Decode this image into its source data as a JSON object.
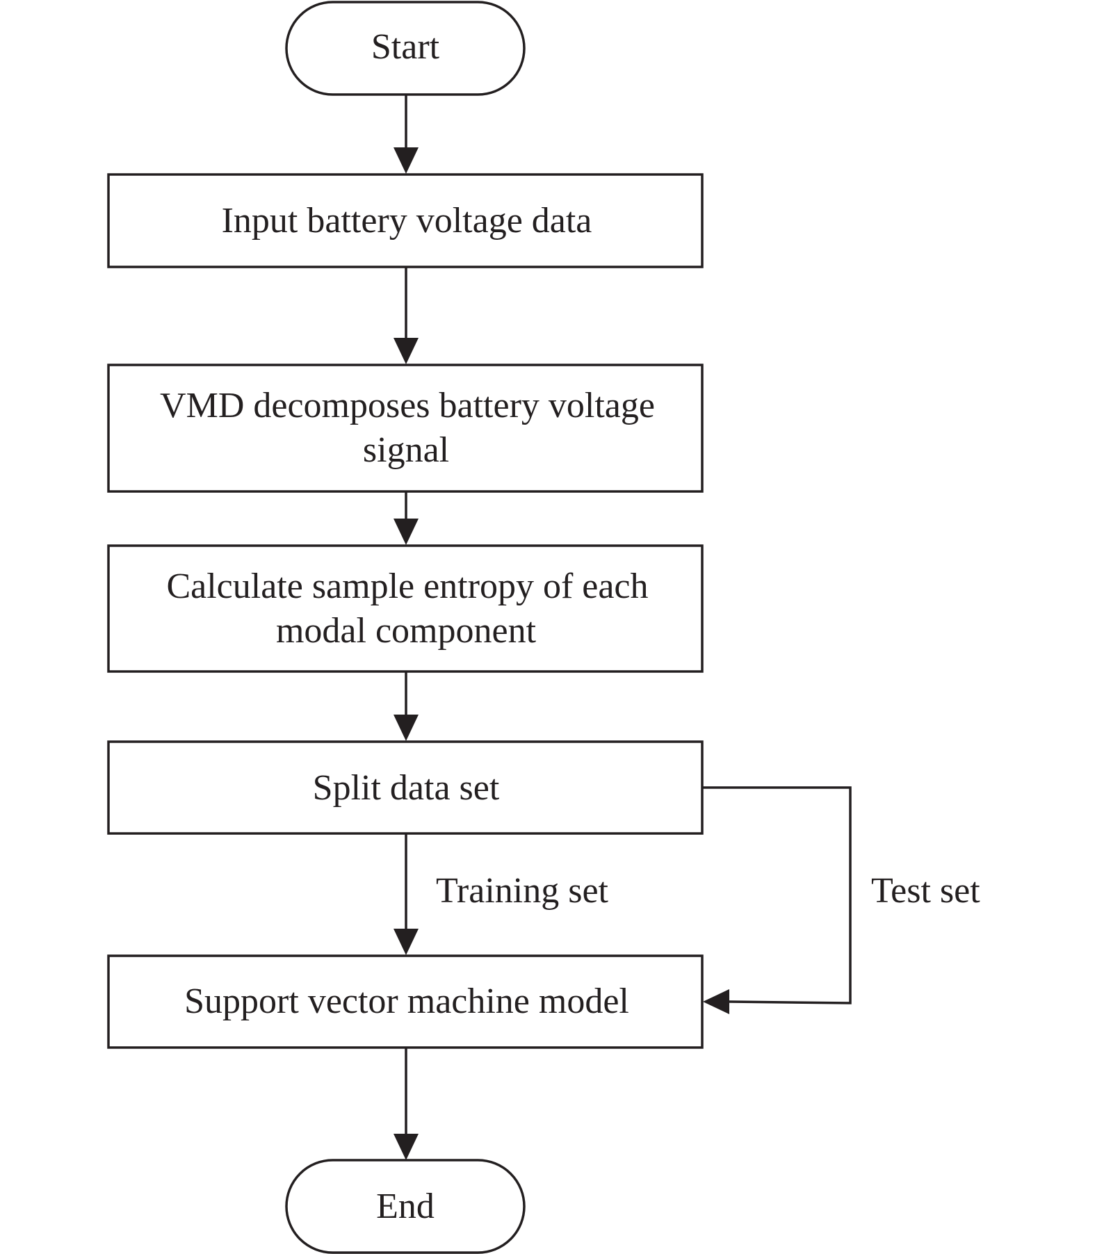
{
  "diagram": {
    "type": "flowchart",
    "nodes": {
      "start": {
        "shape": "terminal",
        "lines": [
          "Start"
        ]
      },
      "input": {
        "shape": "process",
        "lines": [
          "Input battery voltage data"
        ]
      },
      "vmd": {
        "shape": "process",
        "lines": [
          "VMD decomposes battery voltage",
          "signal"
        ]
      },
      "entropy": {
        "shape": "process",
        "lines": [
          "Calculate sample entropy of each",
          "modal component"
        ]
      },
      "split": {
        "shape": "process",
        "lines": [
          "Split data set"
        ]
      },
      "svm": {
        "shape": "process",
        "lines": [
          "Support vector machine model"
        ]
      },
      "end": {
        "shape": "terminal",
        "lines": [
          "End"
        ]
      }
    },
    "edges": {
      "training": {
        "from": "split",
        "to": "svm",
        "label": "Training set"
      },
      "test": {
        "from": "split",
        "to": "svm",
        "label": "Test set"
      }
    },
    "colors": {
      "stroke": "#231f20",
      "fill": "#ffffff",
      "text": "#231f20"
    }
  }
}
